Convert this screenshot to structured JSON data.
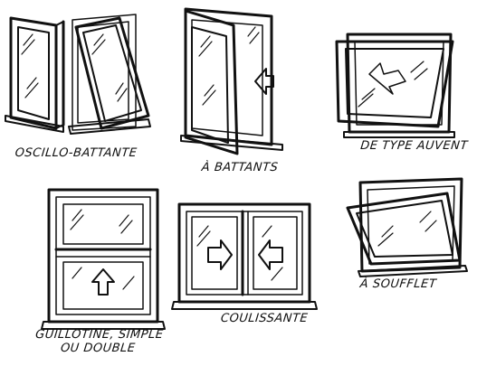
{
  "diagram": {
    "windows": [
      {
        "id": "oscillo-battante",
        "label": "OSCILLO-BATTANTE"
      },
      {
        "id": "a-battants",
        "label": "À BATTANTS"
      },
      {
        "id": "de-type-auvent",
        "label": "DE TYPE AUVENT"
      },
      {
        "id": "guillotine",
        "label_line1": "GUILLOTINE, SIMPLE",
        "label_line2": "OU DOUBLE"
      },
      {
        "id": "coulissante",
        "label": "COULISSANTE"
      },
      {
        "id": "a-soufflet",
        "label": "À SOUFFLET"
      }
    ]
  }
}
